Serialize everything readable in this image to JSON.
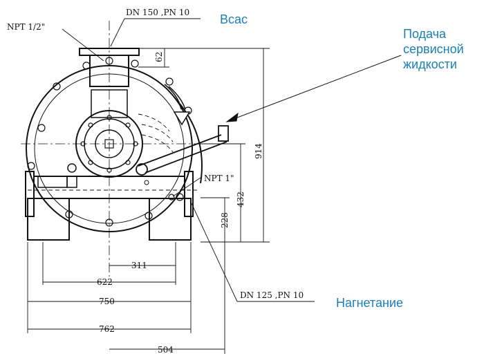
{
  "dimensions": {
    "top_flange": "DN 150 ,PN 10",
    "npt_half": "NPT 1/2\"",
    "npt_one": "NPT 1\"",
    "d62": "62",
    "d914": "914",
    "d432": "432",
    "d228": "228",
    "d311": "311",
    "d622": "622",
    "d750": "750",
    "d762": "762",
    "d504": "504",
    "discharge_flange": "DN 125 ,PN 10"
  },
  "callouts": {
    "suction": "Всас",
    "discharge": "Нагнетание",
    "service_fluid": [
      "Подача",
      "сервисной",
      "жидкости"
    ]
  },
  "colors": {
    "callout_text": "#1a7fb3",
    "drawing_line": "#111111"
  }
}
